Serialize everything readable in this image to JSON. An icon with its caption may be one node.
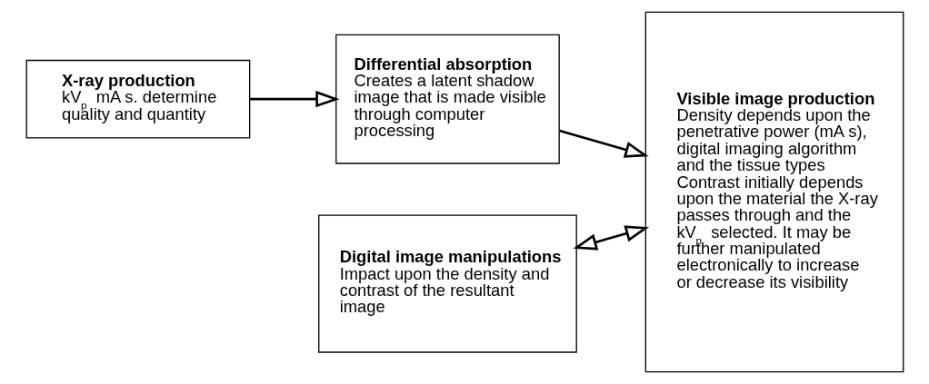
{
  "diagram": {
    "nodes": [
      {
        "text": [
          "X-ray production",
          "kV$_{p}$ mA s. determine quality and quantity"
        ]
      },
      {
        "text": [
          "Differential absorption",
          "Creates a latent shadow image that is made visible through computer processing"
        ]
      },
      {
        "text": [
          "Visible image production",
          "Density depends upon the penetrative power (mA s), digital imaging algorithm and the tissue types",
          "Contrast initially depends upon the material the X-ray passes through and the kV$_{p}$ selected. It may be further manipulated electronically to increase or decrease its visibility"
        ]
      },
      {
        "text": [
          "Digital image manipulations",
          "Impact upon the density and contrast of the resultant image"
        ]
      }
    ],
    "edges": [
      {
        "from": 0,
        "to": 1,
        "arrow": "to"
      },
      {
        "from": 1,
        "to": 2,
        "arrow": "to"
      },
      {
        "from": 3,
        "to": 2,
        "arrow": "both"
      }
    ]
  }
}
